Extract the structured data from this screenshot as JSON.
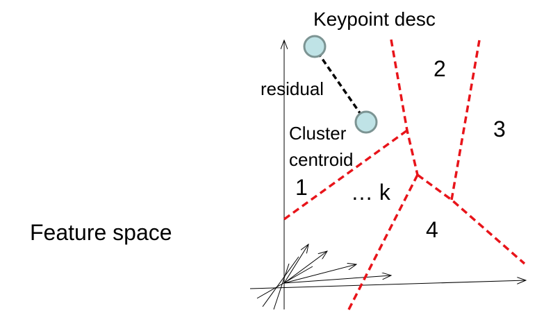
{
  "diagram": {
    "labels": {
      "keypoint_desc": "Keypoint desc",
      "residual": "residual",
      "cluster_line1": "Cluster",
      "cluster_line2": "centroid",
      "feature_space": "Feature space",
      "region_1": "1",
      "region_2": "2",
      "region_3": "3",
      "region_4": "4",
      "region_k": "… k"
    },
    "colors": {
      "boundary": "#e8141a",
      "node_fill": "#bfe3e6",
      "node_stroke": "#7c9493",
      "residual_line": "#000000",
      "axis": "#000000",
      "text": "#000000"
    }
  }
}
